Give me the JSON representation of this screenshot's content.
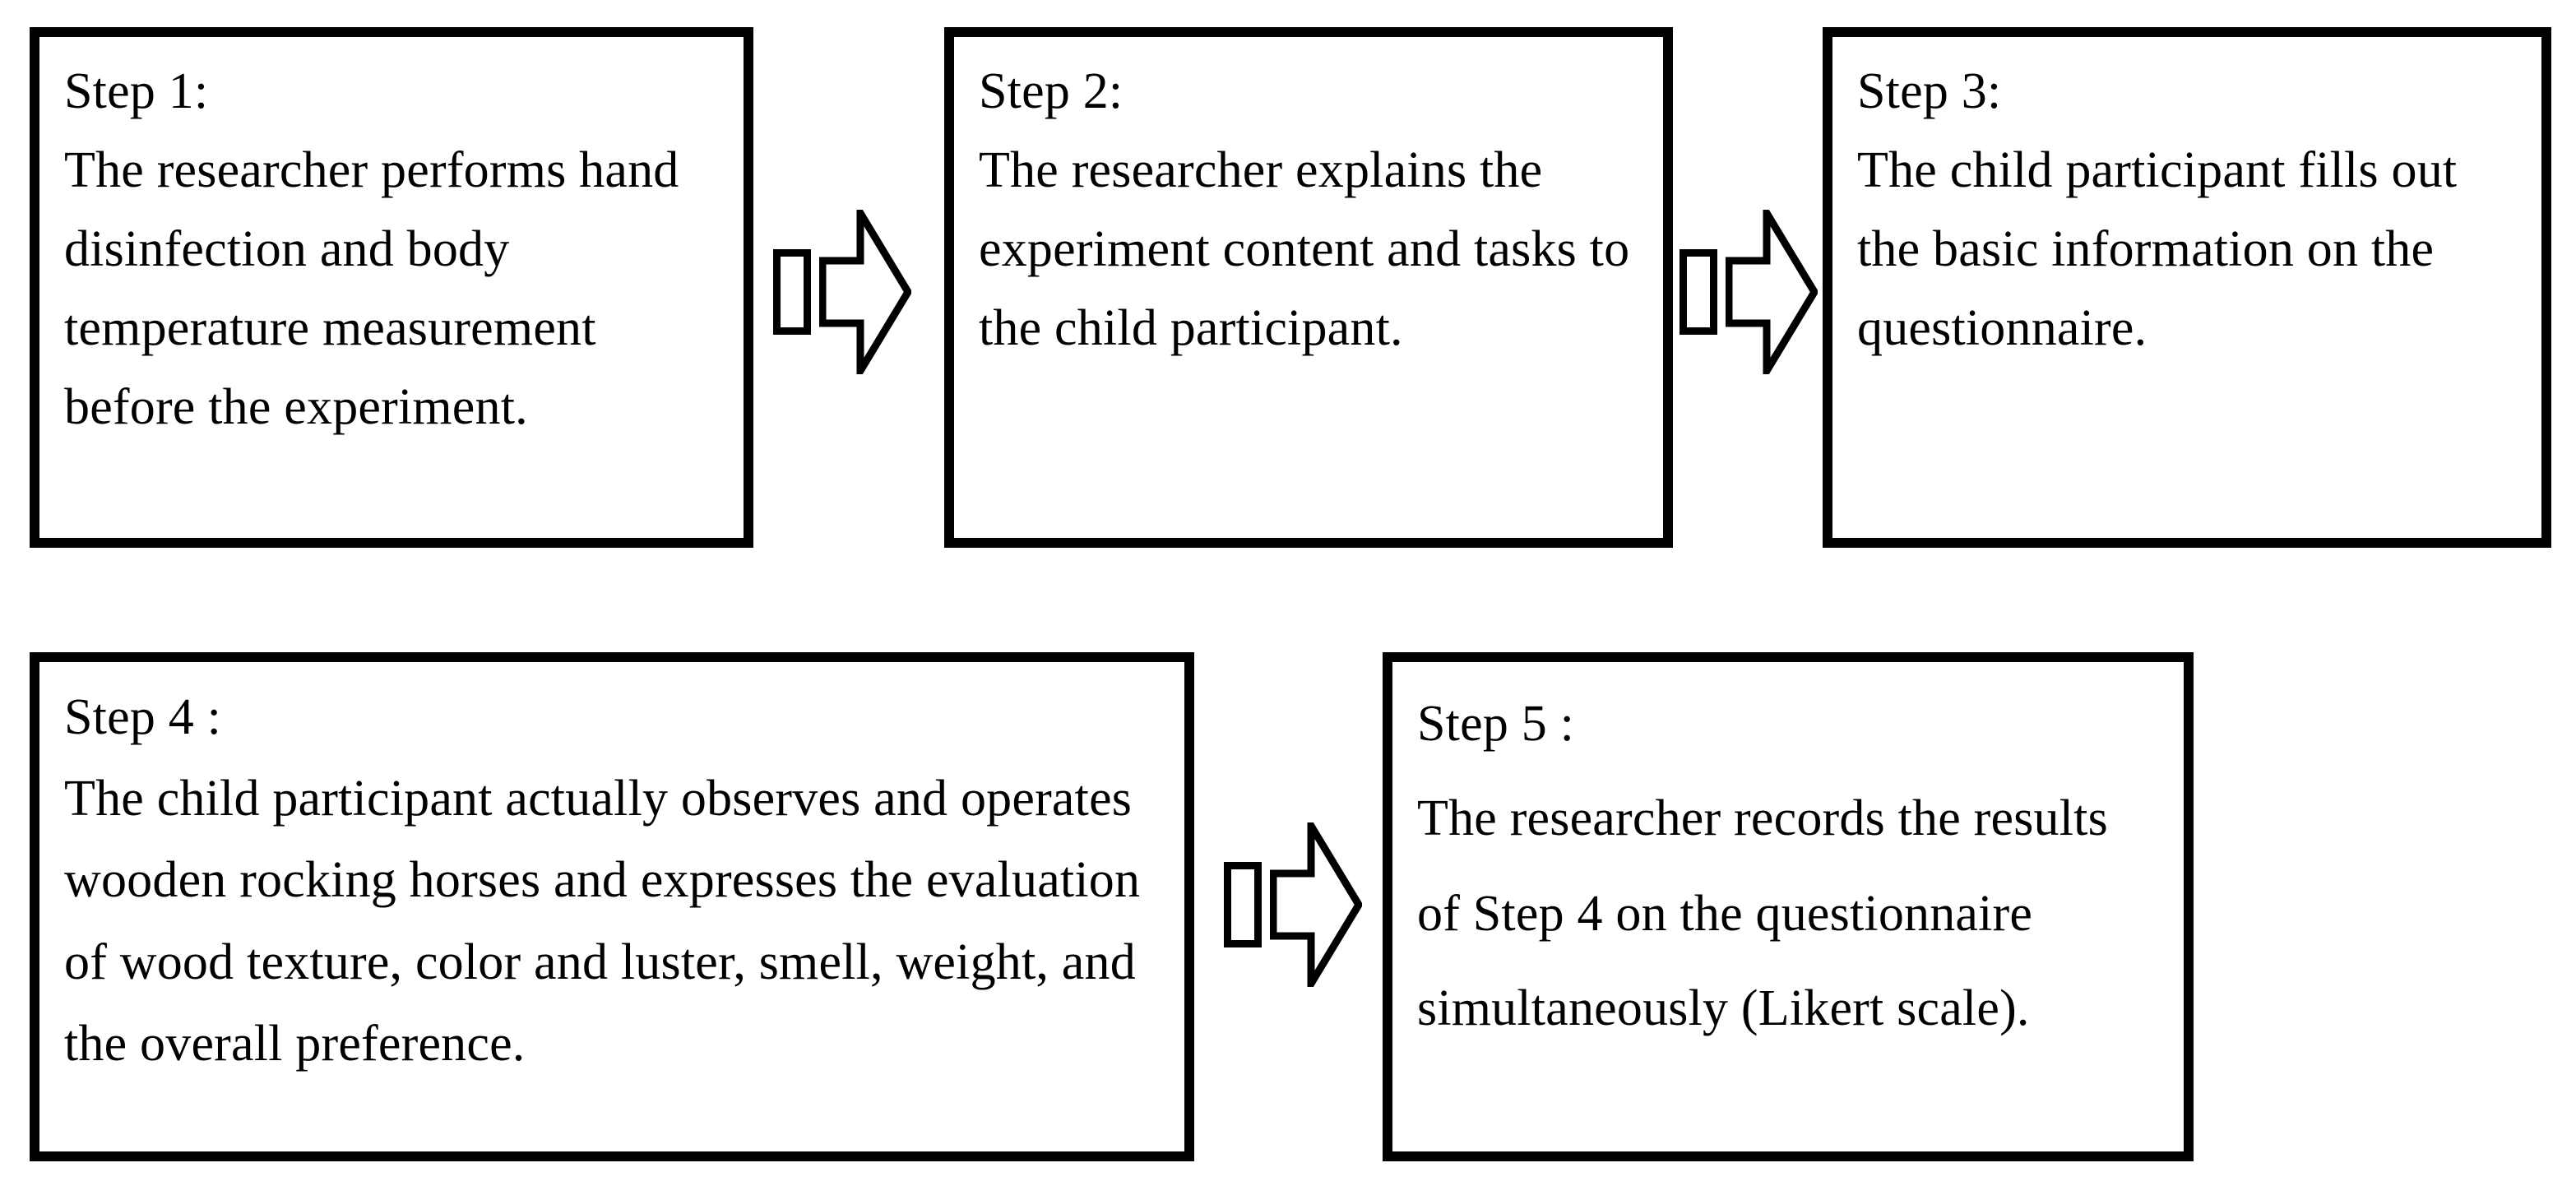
{
  "figure": {
    "kind": "process-flowchart",
    "orientation": "left-to-right, two rows",
    "background_color": "#ffffff",
    "stroke_color": "#000000",
    "text_color": "#000000"
  },
  "steps": [
    {
      "id": "step-1",
      "title": "Step 1:",
      "body": "The researcher performs hand disinfection and body temperature measurement before the experiment.",
      "text": "Step 1:\nThe researcher performs hand disinfection and body temperature measurement before the experiment.",
      "row": 1,
      "order": 1
    },
    {
      "id": "step-2",
      "title": "Step 2:",
      "body": "The researcher explains the experiment content and tasks to the child participant.",
      "text": "Step 2:\nThe researcher explains the experiment content and tasks to the child participant.",
      "row": 1,
      "order": 2
    },
    {
      "id": "step-3",
      "title": "Step 3:",
      "body": "The child participant fills out the basic information on the questionnaire.",
      "text": "Step 3:\nThe child participant fills out the basic information on the questionnaire.",
      "row": 1,
      "order": 3
    },
    {
      "id": "step-4",
      "title": "Step 4 :",
      "body": "The child participant actually observes and operates wooden rocking horses and expresses the evaluation of wood texture, color and luster, smell, weight, and the overall preference.",
      "text": "Step 4 :\nThe child participant actually observes and operates wooden rocking horses and expresses the evaluation of wood texture, color and luster, smell, weight, and the overall preference.",
      "row": 2,
      "order": 4
    },
    {
      "id": "step-5",
      "title": "Step 5 :",
      "body": "The researcher records the results of Step 4 on the questionnaire simultaneously (Likert scale).",
      "text": "Step 5 :\nThe researcher records the results of Step 4 on the questionnaire simultaneously (Likert scale).",
      "row": 2,
      "order": 5
    }
  ],
  "connectors": [
    {
      "id": "arrow-1-to-2",
      "from": "step-1",
      "to": "step-2",
      "icon": "right-arrow-outline",
      "leading_glyph": "missing-glyph-box"
    },
    {
      "id": "arrow-2-to-3",
      "from": "step-2",
      "to": "step-3",
      "icon": "right-arrow-outline",
      "leading_glyph": "missing-glyph-box"
    },
    {
      "id": "arrow-4-to-5",
      "from": "step-4",
      "to": "step-5",
      "icon": "right-arrow-outline",
      "leading_glyph": "missing-glyph-box"
    }
  ]
}
